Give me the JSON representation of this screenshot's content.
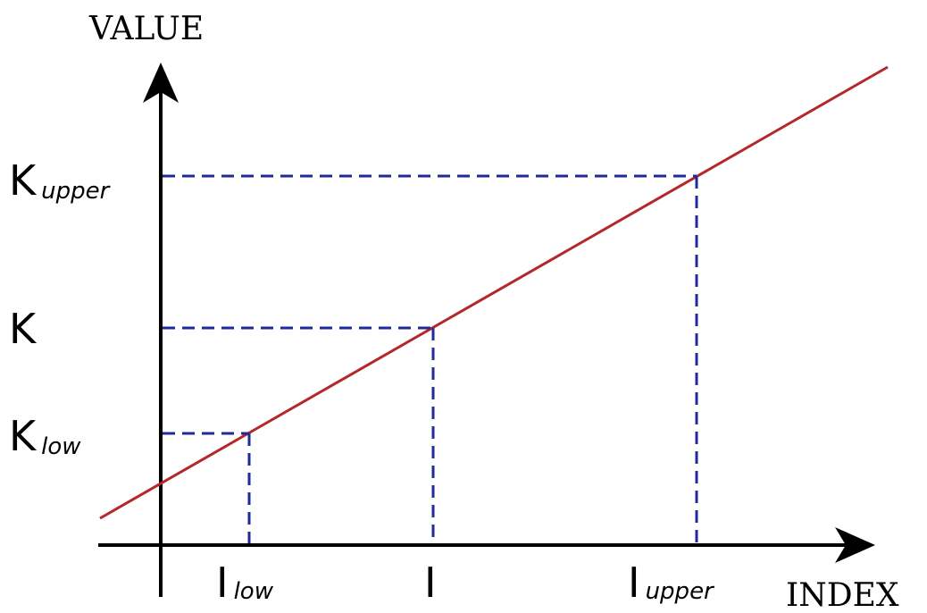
{
  "axes": {
    "y_title": "VALUE",
    "x_title": "INDEX"
  },
  "y_labels": {
    "k_upper": {
      "main": "K",
      "sub": "upper"
    },
    "k": {
      "main": "K"
    },
    "k_low": {
      "main": "K",
      "sub": "low"
    }
  },
  "x_labels": {
    "i_low": {
      "main": "I",
      "sub": "low"
    },
    "i": {
      "main": "I"
    },
    "i_upper": {
      "main": "I",
      "sub": "upper"
    }
  },
  "colors": {
    "axis": "#000000",
    "line": "#b5282a",
    "guide": "#1f2a9c"
  }
}
